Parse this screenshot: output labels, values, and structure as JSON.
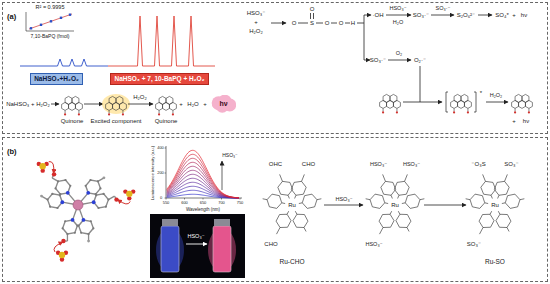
{
  "diagram": {
    "nodes": [
      {
        "text": [
          "(a)"
        ]
      },
      {
        "text": [
          "NaHSO₃+H₂O₂"
        ],
        "in": 0
      },
      {
        "text": [
          "NaHSO₃ + 7, 10-BaPQ + H₂O₂"
        ],
        "in": 0
      },
      {
        "text": [
          "hν"
        ],
        "in": 0
      },
      {
        "text": [
          "(b)"
        ]
      }
    ],
    "labels": [
      "R² = 0.9995",
      "7,10-BaPQ (fmol)",
      "NaHSO₃ + H₂O₂",
      "Quinone",
      "Excited component",
      "H₂O₂",
      "Quinone",
      "+",
      "H₂O",
      "+",
      "HSO₃⁻",
      "+",
      "H₂O₂",
      "O",
      "O",
      "S",
      "O",
      "O",
      "H",
      "·OH",
      "HSO₃⁻",
      "H₂O",
      "SO₃·⁻",
      "SO₃·⁻",
      "S₂O₆²⁻",
      "SO₄*",
      "+",
      "hν",
      "SO₃·⁻",
      "O₂",
      "O₂·⁻",
      "*",
      "H₂O₂",
      "+",
      "hν",
      "Luminescence intensity (a.u.)",
      "0",
      "200",
      "400",
      "550",
      "600",
      "650",
      "700",
      "750",
      "Wavelength (nm)",
      "HSO₃⁻",
      "HSO₃⁻",
      "Ru",
      "OHC",
      "CHO",
      "CHO",
      "Ru-CHO",
      "HSO₃⁻",
      "Ru",
      "HSO₃⁻",
      "HSO₃⁻",
      "HSO₃⁻",
      "Ru",
      "⁻O₃S",
      "SO₃⁻",
      "SO₃⁻",
      "Ru-SO"
    ]
  }
}
